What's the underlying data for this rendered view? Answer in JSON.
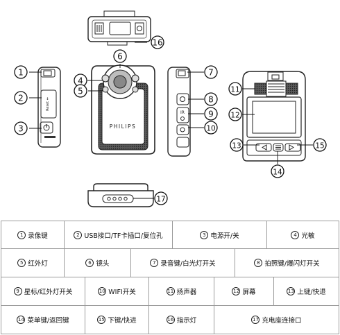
{
  "brand": "PHILIPS",
  "callouts": [
    "1",
    "2",
    "3",
    "4",
    "5",
    "6",
    "7",
    "8",
    "9",
    "10",
    "11",
    "12",
    "13",
    "14",
    "15",
    "16",
    "17"
  ],
  "parts": [
    {
      "num": "1",
      "label": "录像键"
    },
    {
      "num": "2",
      "label": "USB接口/TF卡插口/复位孔"
    },
    {
      "num": "3",
      "label": "电源开/关"
    },
    {
      "num": "4",
      "label": "光敏"
    },
    {
      "num": "5",
      "label": "红外灯"
    },
    {
      "num": "6",
      "label": "镜头"
    },
    {
      "num": "7",
      "label": "录音键/白光灯开关"
    },
    {
      "num": "8",
      "label": "拍照键/爆闪灯开关"
    },
    {
      "num": "9",
      "label": "星标/红外灯开关"
    },
    {
      "num": "10",
      "label": "WIFI开关"
    },
    {
      "num": "11",
      "label": "扬声器"
    },
    {
      "num": "12",
      "label": "屏幕"
    },
    {
      "num": "13",
      "label": "上键/快退"
    },
    {
      "num": "14",
      "label": "菜单键/返回键"
    },
    {
      "num": "15",
      "label": "下键/快进"
    },
    {
      "num": "16",
      "label": "指示灯"
    },
    {
      "num": "17",
      "label": "充电座连接口"
    }
  ]
}
